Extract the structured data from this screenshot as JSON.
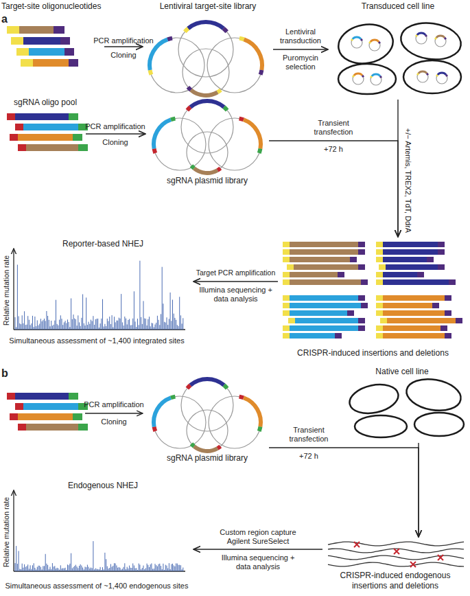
{
  "diagram": {
    "nodes": [
      {
        "text": [
          "Target-site oligonucleotides"
        ]
      },
      {
        "text": [
          "Lentiviral target-site library"
        ]
      },
      {
        "text": [
          "Transduced cell line"
        ]
      },
      {
        "text": [
          "sgRNA oligo pool"
        ]
      },
      {
        "text": [
          "sgRNA plasmid library"
        ]
      },
      {
        "text": [
          "CRISPR-induced insertions and deletions"
        ]
      },
      {
        "text": [
          "Reporter-based NHEJ",
          "Relative mutation rate",
          "Simultaneous assessment of ~1,400 integrated sites"
        ]
      },
      {
        "text": [
          "sgRNA plasmid library"
        ]
      },
      {
        "text": [
          "Native cell line"
        ]
      },
      {
        "text": [
          "CRISPR-induced endogenous insertions and deletions"
        ]
      },
      {
        "text": [
          "Endogenous NHEJ",
          "Relative mutation rate",
          "Simultaneous assessment of ~1,400 endogenous sites"
        ]
      }
    ],
    "edges": [
      {
        "from": 0,
        "to": 1,
        "label": "PCR amplification",
        "arrow": "to"
      },
      {
        "from": 1,
        "to": 2,
        "label": "Lentiviral transduction",
        "arrow": "to"
      },
      {
        "from": 3,
        "to": 4,
        "label": "PCR amplification",
        "arrow": "to"
      },
      {
        "from": 4,
        "to": 5,
        "label": "Transient transfection",
        "arrow": "to"
      },
      {
        "from": 2,
        "to": 5,
        "arrow": "to"
      },
      {
        "from": 5,
        "to": 6,
        "label": "Target PCR amplification",
        "arrow": "to"
      },
      {
        "from": 7,
        "to": 9,
        "label": "Transient transfection",
        "arrow": "to"
      },
      {
        "from": 8,
        "to": 9,
        "arrow": "to"
      },
      {
        "from": 9,
        "to": 10,
        "label": "Custom region capture Agilent SureSelect",
        "arrow": "to"
      }
    ],
    "labels": [
      "a",
      "Cloning",
      "Puromycin selection",
      "Cloning",
      "+72 h",
      "+/− Artemis, TREX2, TdT, DdrA",
      "Illumina sequencing + data analysis",
      "b",
      "PCR amplification",
      "Cloning",
      "+72 h",
      "Illumina sequencing + data analysis"
    ]
  }
}
